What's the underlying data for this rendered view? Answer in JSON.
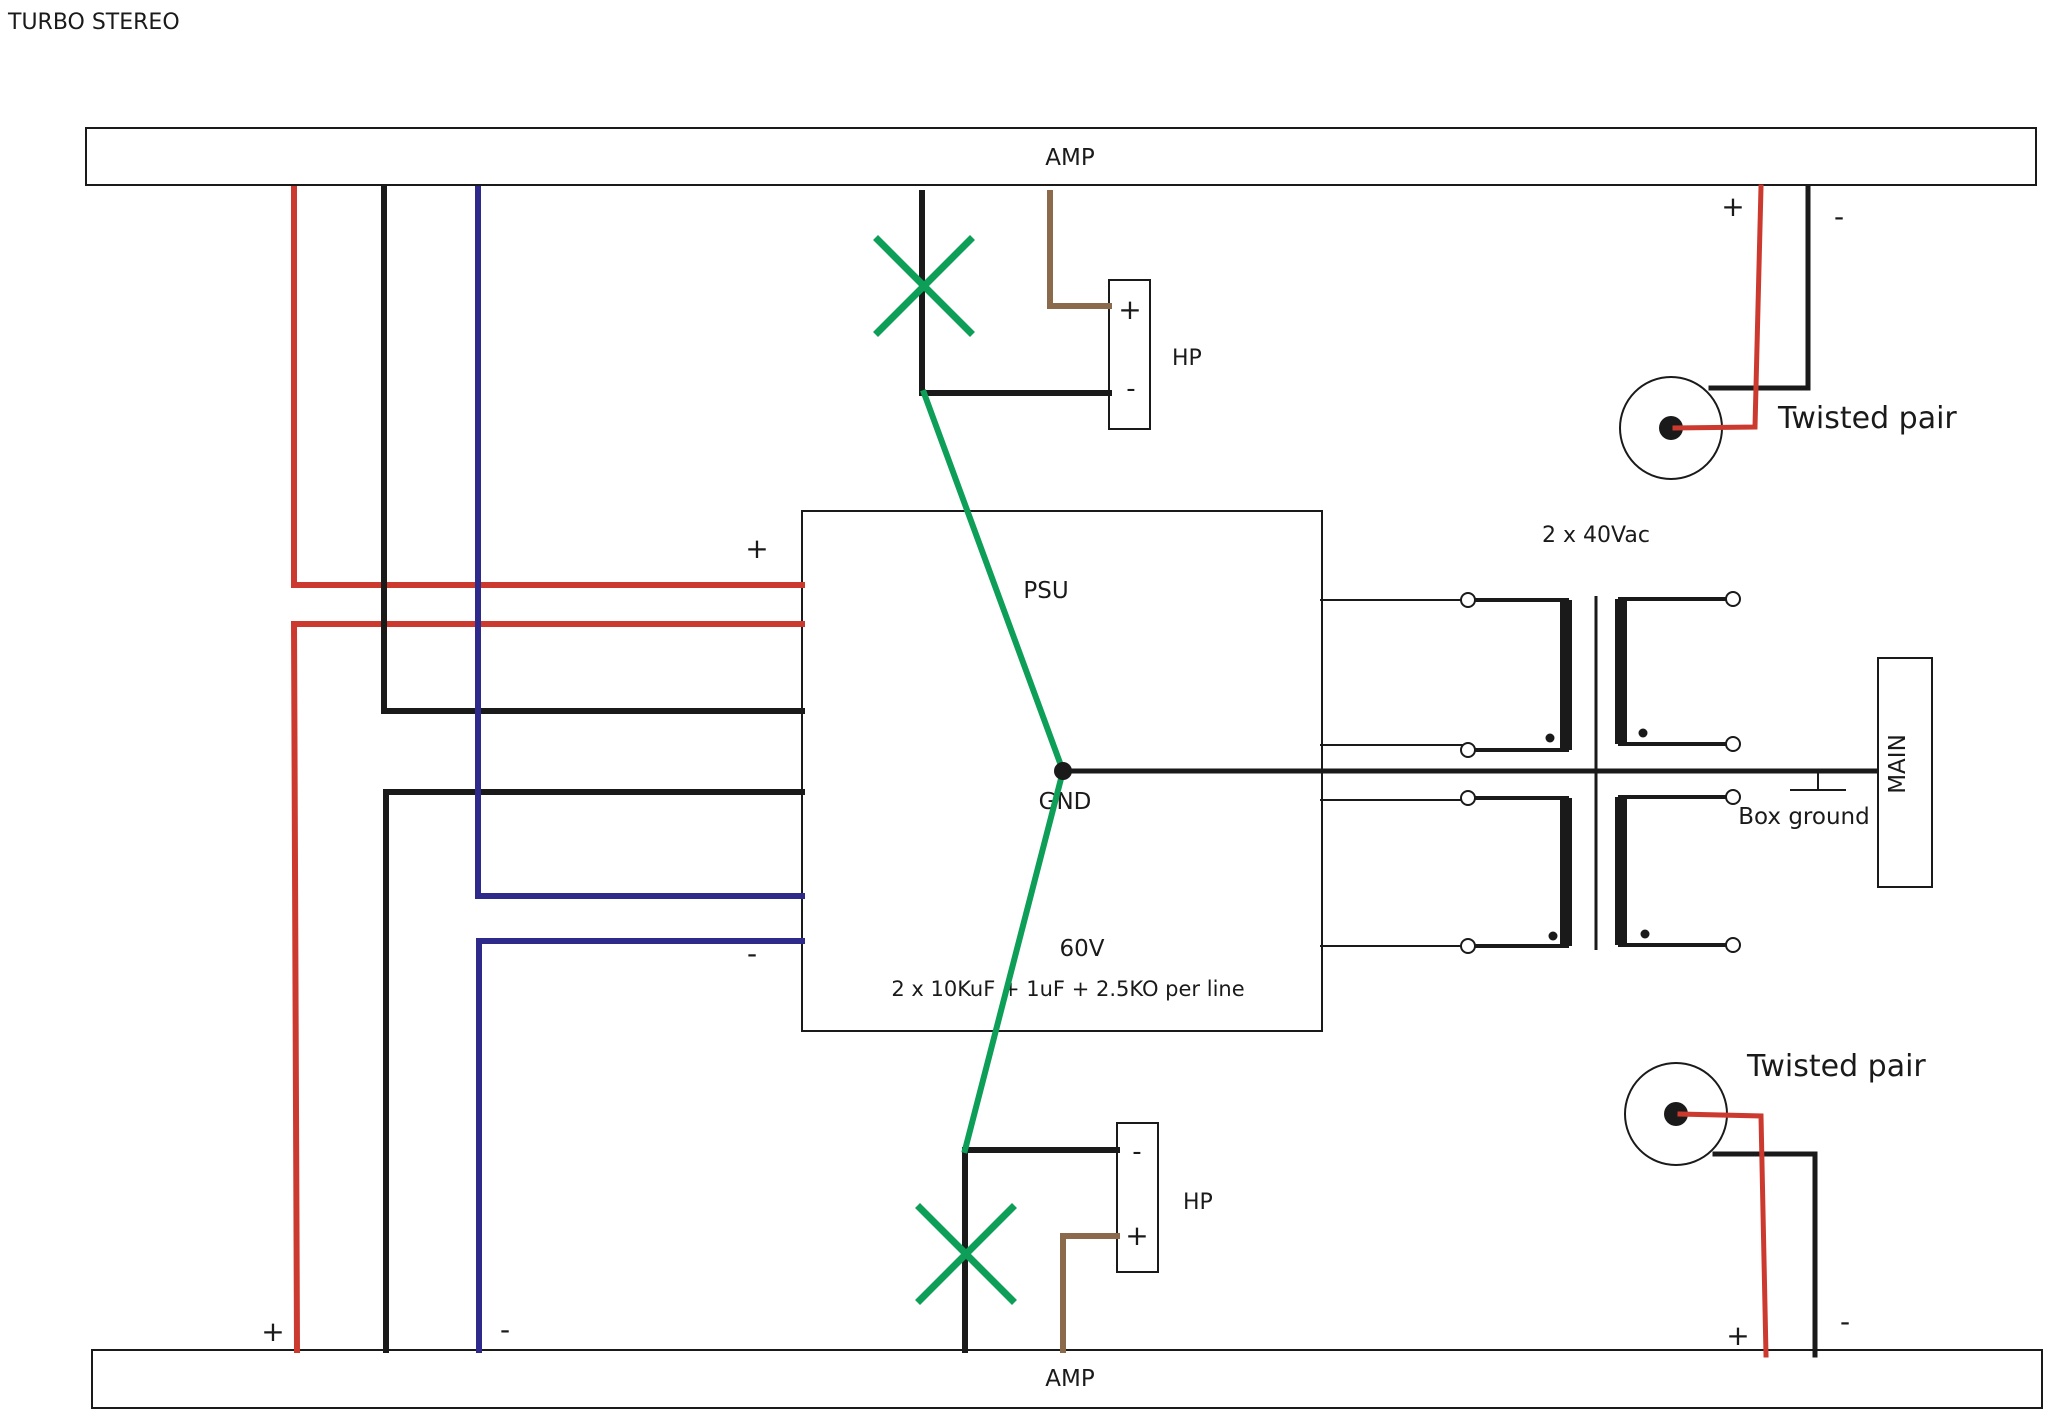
{
  "title": "TURBO STEREO",
  "colors": {
    "red": "#cc3a2f",
    "black": "#1a1a1a",
    "blue": "#2e2a8c",
    "brown": "#8b6a4b",
    "green": "#0d9f58"
  },
  "amp_top": {
    "label": "AMP"
  },
  "amp_bottom": {
    "label": "AMP"
  },
  "psu": {
    "label": "PSU",
    "gnd_label": "GND",
    "voltage": "60V",
    "caps": "2 x 10KuF + 1uF  + 2.5KO per line",
    "plus": "+",
    "minus": "-"
  },
  "hp_top": {
    "label": "HP",
    "plus": "+",
    "minus": "-"
  },
  "hp_bottom": {
    "label": "HP",
    "plus": "+",
    "minus": "-"
  },
  "transformer": {
    "label": "2 x 40Vac"
  },
  "main": {
    "label": "MAIN"
  },
  "box_ground": {
    "label": "Box ground"
  },
  "twisted_top": {
    "label": "Twisted pair",
    "plus": "+",
    "minus": "-"
  },
  "twisted_bottom": {
    "label": "Twisted pair",
    "plus": "+",
    "minus": "-"
  },
  "amp_bottom_terminals": {
    "plus": "+",
    "minus": "-"
  }
}
